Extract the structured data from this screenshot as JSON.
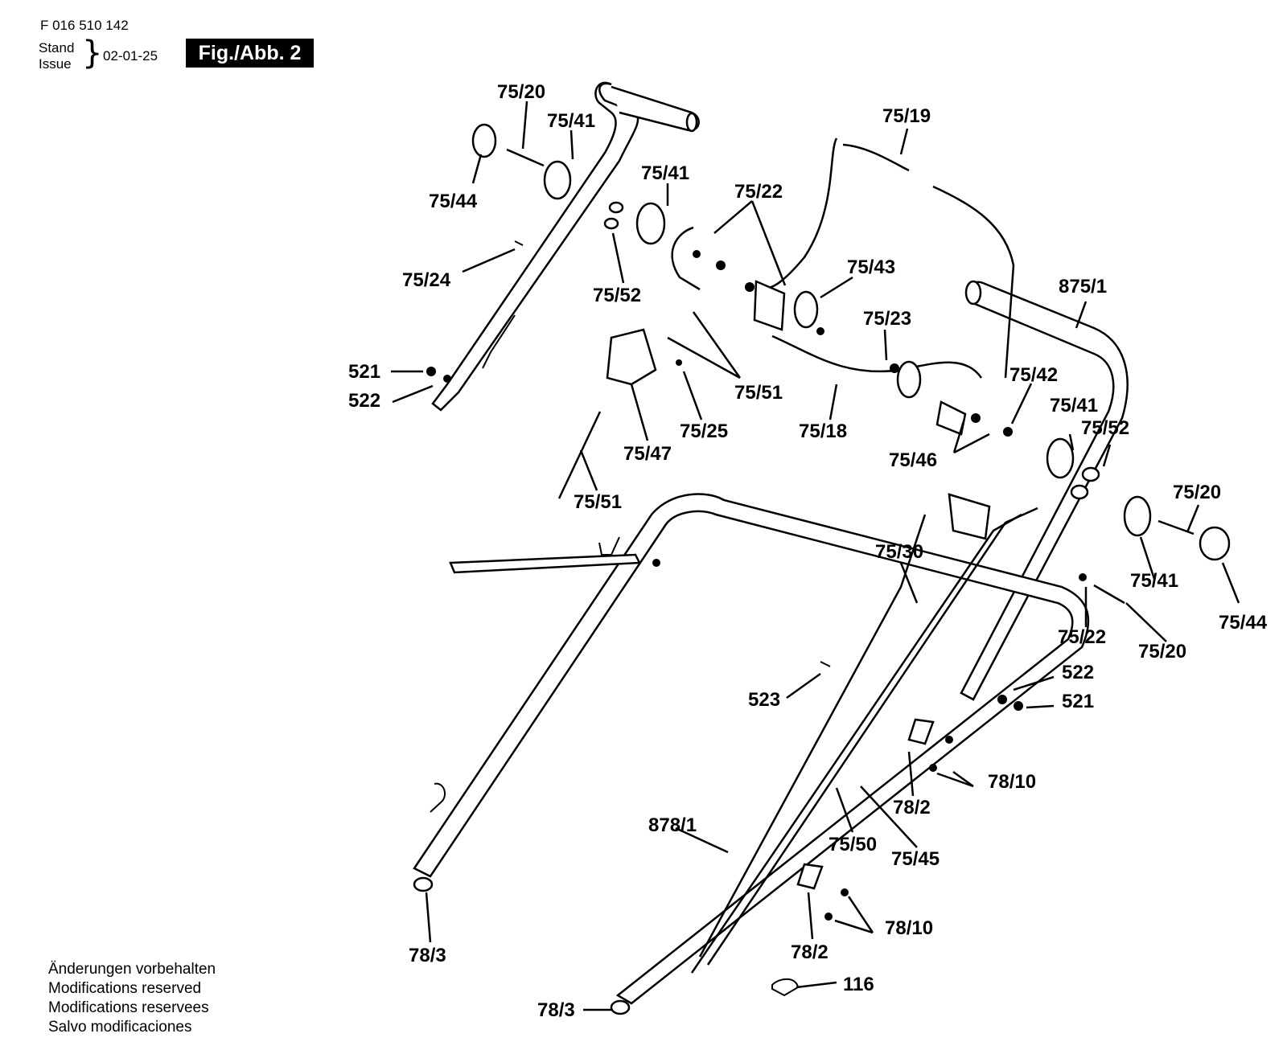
{
  "header": {
    "doc_number": "F 016 510 142",
    "stand_label": "Stand",
    "issue_label": "Issue",
    "date": "02-01-25",
    "figure_label": "Fig./Abb. 2"
  },
  "footer": {
    "notes": [
      "Änderungen vorbehalten",
      "Modifications reserved",
      "Modifications reservees",
      "Salvo modificaciones"
    ]
  },
  "parts": [
    {
      "id": "p1",
      "text": "75/20"
    },
    {
      "id": "p2",
      "text": "75/41"
    },
    {
      "id": "p3",
      "text": "75/44"
    },
    {
      "id": "p4",
      "text": "75/41"
    },
    {
      "id": "p5",
      "text": "75/22"
    },
    {
      "id": "p6",
      "text": "75/19"
    },
    {
      "id": "p7",
      "text": "75/24"
    },
    {
      "id": "p8",
      "text": "75/52"
    },
    {
      "id": "p9",
      "text": "75/43"
    },
    {
      "id": "p10",
      "text": "875/1"
    },
    {
      "id": "p11",
      "text": "75/23"
    },
    {
      "id": "p12",
      "text": "521"
    },
    {
      "id": "p13",
      "text": "522"
    },
    {
      "id": "p14",
      "text": "75/51"
    },
    {
      "id": "p15",
      "text": "75/25"
    },
    {
      "id": "p16",
      "text": "75/18"
    },
    {
      "id": "p17",
      "text": "75/42"
    },
    {
      "id": "p18",
      "text": "75/41"
    },
    {
      "id": "p19",
      "text": "75/52"
    },
    {
      "id": "p20",
      "text": "75/47"
    },
    {
      "id": "p21",
      "text": "75/46"
    },
    {
      "id": "p22",
      "text": "75/51"
    },
    {
      "id": "p23",
      "text": "75/20"
    },
    {
      "id": "p24",
      "text": "75/30"
    },
    {
      "id": "p25",
      "text": "75/41"
    },
    {
      "id": "p26",
      "text": "75/44"
    },
    {
      "id": "p27",
      "text": "75/22"
    },
    {
      "id": "p28",
      "text": "75/20"
    },
    {
      "id": "p29",
      "text": "522"
    },
    {
      "id": "p30",
      "text": "523"
    },
    {
      "id": "p31",
      "text": "521"
    },
    {
      "id": "p32",
      "text": "78/10"
    },
    {
      "id": "p33",
      "text": "78/2"
    },
    {
      "id": "p34",
      "text": "878/1"
    },
    {
      "id": "p35",
      "text": "75/50"
    },
    {
      "id": "p36",
      "text": "75/45"
    },
    {
      "id": "p37",
      "text": "78/10"
    },
    {
      "id": "p38",
      "text": "78/3"
    },
    {
      "id": "p39",
      "text": "78/2"
    },
    {
      "id": "p40",
      "text": "116"
    },
    {
      "id": "p41",
      "text": "78/3"
    }
  ]
}
